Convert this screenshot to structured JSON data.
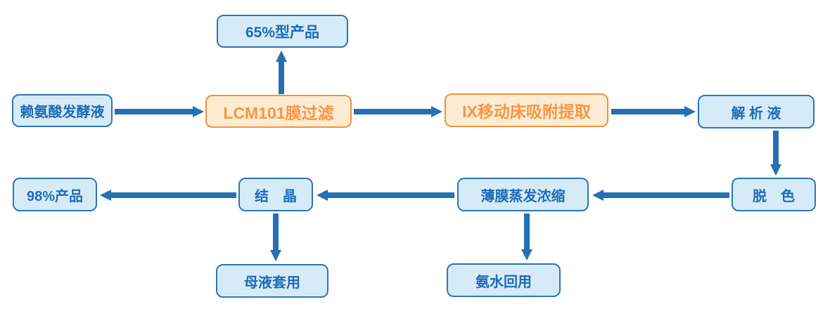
{
  "diagram": {
    "name": "lysine-production-process-flowchart",
    "background": "#FFFFFF",
    "colors": {
      "blue_fill": "#D5ECF8",
      "blue_border": "#2E75B6",
      "blue_text": "#1E6BB5",
      "orange_fill": "#FDEBD2",
      "orange_border": "#F0923E",
      "orange_text": "#F79646",
      "arrow": "#2470B4"
    },
    "nodes": {
      "broth": {
        "label": "赖氨酸发酵液",
        "style": "blue"
      },
      "product65": {
        "label": "65%型产品",
        "style": "blue"
      },
      "lcm101": {
        "label": "LCM101膜过滤",
        "style": "orange"
      },
      "ix": {
        "label": "IX移动床吸附提取",
        "style": "orange"
      },
      "desorption": {
        "label": "解 析 液",
        "style": "blue"
      },
      "decolor": {
        "label": "脱　色",
        "style": "blue"
      },
      "evaporation": {
        "label": "薄膜蒸发浓缩",
        "style": "blue"
      },
      "crystal": {
        "label": "结　晶",
        "style": "blue"
      },
      "product98": {
        "label": "98%产品",
        "style": "blue"
      },
      "motherliquor": {
        "label": "母液套用",
        "style": "blue"
      },
      "ammonia": {
        "label": "氨水回用",
        "style": "blue"
      }
    },
    "edges": [
      {
        "from": "赖氨酸发酵液",
        "to": "LCM101膜过滤",
        "direction": "right"
      },
      {
        "from": "LCM101膜过滤",
        "to": "65%型产品",
        "direction": "up"
      },
      {
        "from": "LCM101膜过滤",
        "to": "IX移动床吸附提取",
        "direction": "right"
      },
      {
        "from": "IX移动床吸附提取",
        "to": "解析液",
        "direction": "right"
      },
      {
        "from": "解析液",
        "to": "脱色",
        "direction": "down"
      },
      {
        "from": "脱色",
        "to": "薄膜蒸发浓缩",
        "direction": "left"
      },
      {
        "from": "薄膜蒸发浓缩",
        "to": "结晶",
        "direction": "left"
      },
      {
        "from": "薄膜蒸发浓缩",
        "to": "氨水回用",
        "direction": "down"
      },
      {
        "from": "结晶",
        "to": "98%产品",
        "direction": "left"
      },
      {
        "from": "结晶",
        "to": "母液套用",
        "direction": "down"
      }
    ]
  }
}
